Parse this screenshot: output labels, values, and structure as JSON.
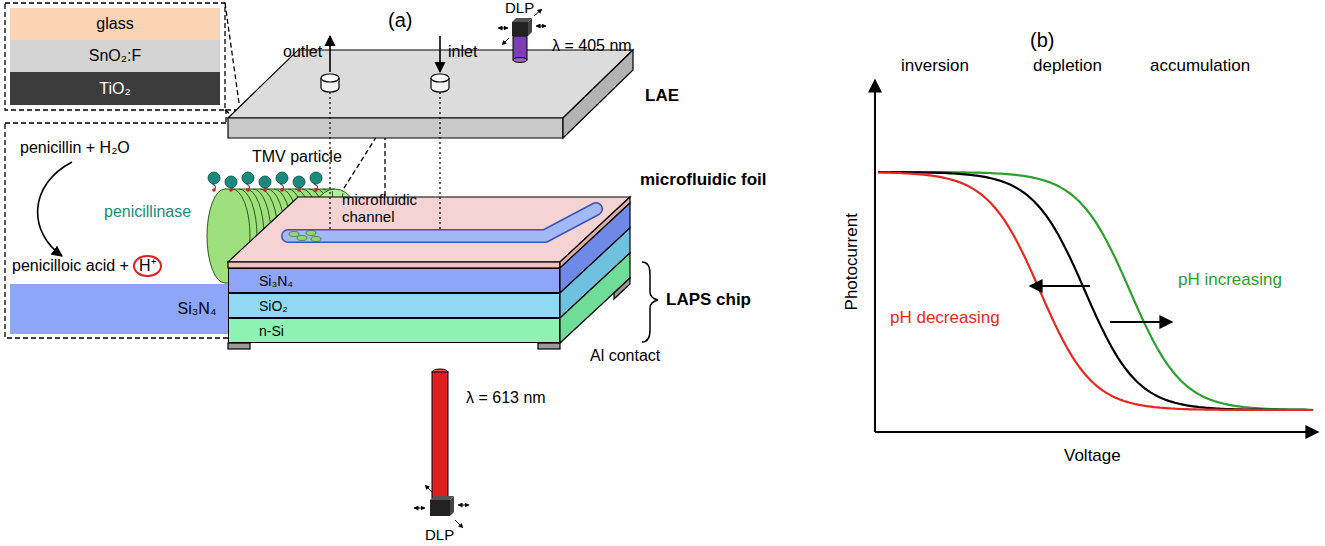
{
  "diagram": {
    "nodes": [
      {
        "text": [
          "glass"
        ]
      },
      {
        "text": [
          "SnO₂:F"
        ]
      },
      {
        "text": [
          "TiO₂"
        ]
      },
      {
        "text": [
          "Si₃N₄"
        ]
      },
      {
        "text": [
          "Si₃N₄"
        ]
      },
      {
        "text": [
          "SiO₂"
        ]
      },
      {
        "text": [
          "n-Si"
        ]
      }
    ],
    "labels": [
      "(a)",
      "(b)",
      "penicillin + H₂O",
      "penicillinase",
      "TMV particle",
      "penicilloic acid +",
      "H⁺",
      "DLP",
      "λ = 405 nm",
      "outlet",
      "inlet",
      "LAE",
      "microfluidic foil",
      "microfluidic channel",
      "LAPS chip",
      "Al contact",
      "λ = 613 nm",
      "DLP",
      "inversion",
      "depletion",
      "accumulation",
      "Photocurrent",
      "Voltage",
      "pH decreasing",
      "pH increasing"
    ]
  }
}
